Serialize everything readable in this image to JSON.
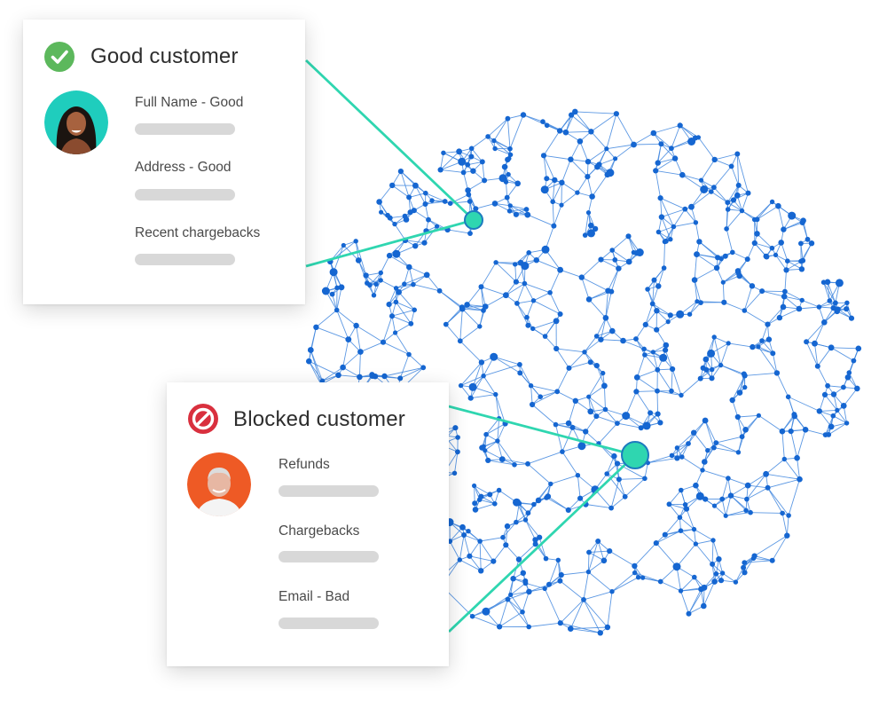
{
  "colors": {
    "node": "#1566d1",
    "edge": "#3f86de",
    "highlight": "#2fd6b0",
    "good_status": "#5cb85c",
    "blocked_status": "#d9303e",
    "placeholder_bar": "#d8d8d8"
  },
  "good_card": {
    "title": "Good customer",
    "status_icon": "check-circle-icon",
    "fields": [
      {
        "label": "Full Name - Good"
      },
      {
        "label": "Address - Good"
      },
      {
        "label": "Recent chargebacks"
      }
    ]
  },
  "blocked_card": {
    "title": "Blocked customer",
    "status_icon": "blocked-circle-icon",
    "fields": [
      {
        "label": "Refunds"
      },
      {
        "label": "Chargebacks"
      },
      {
        "label": "Email - Bad"
      }
    ]
  }
}
